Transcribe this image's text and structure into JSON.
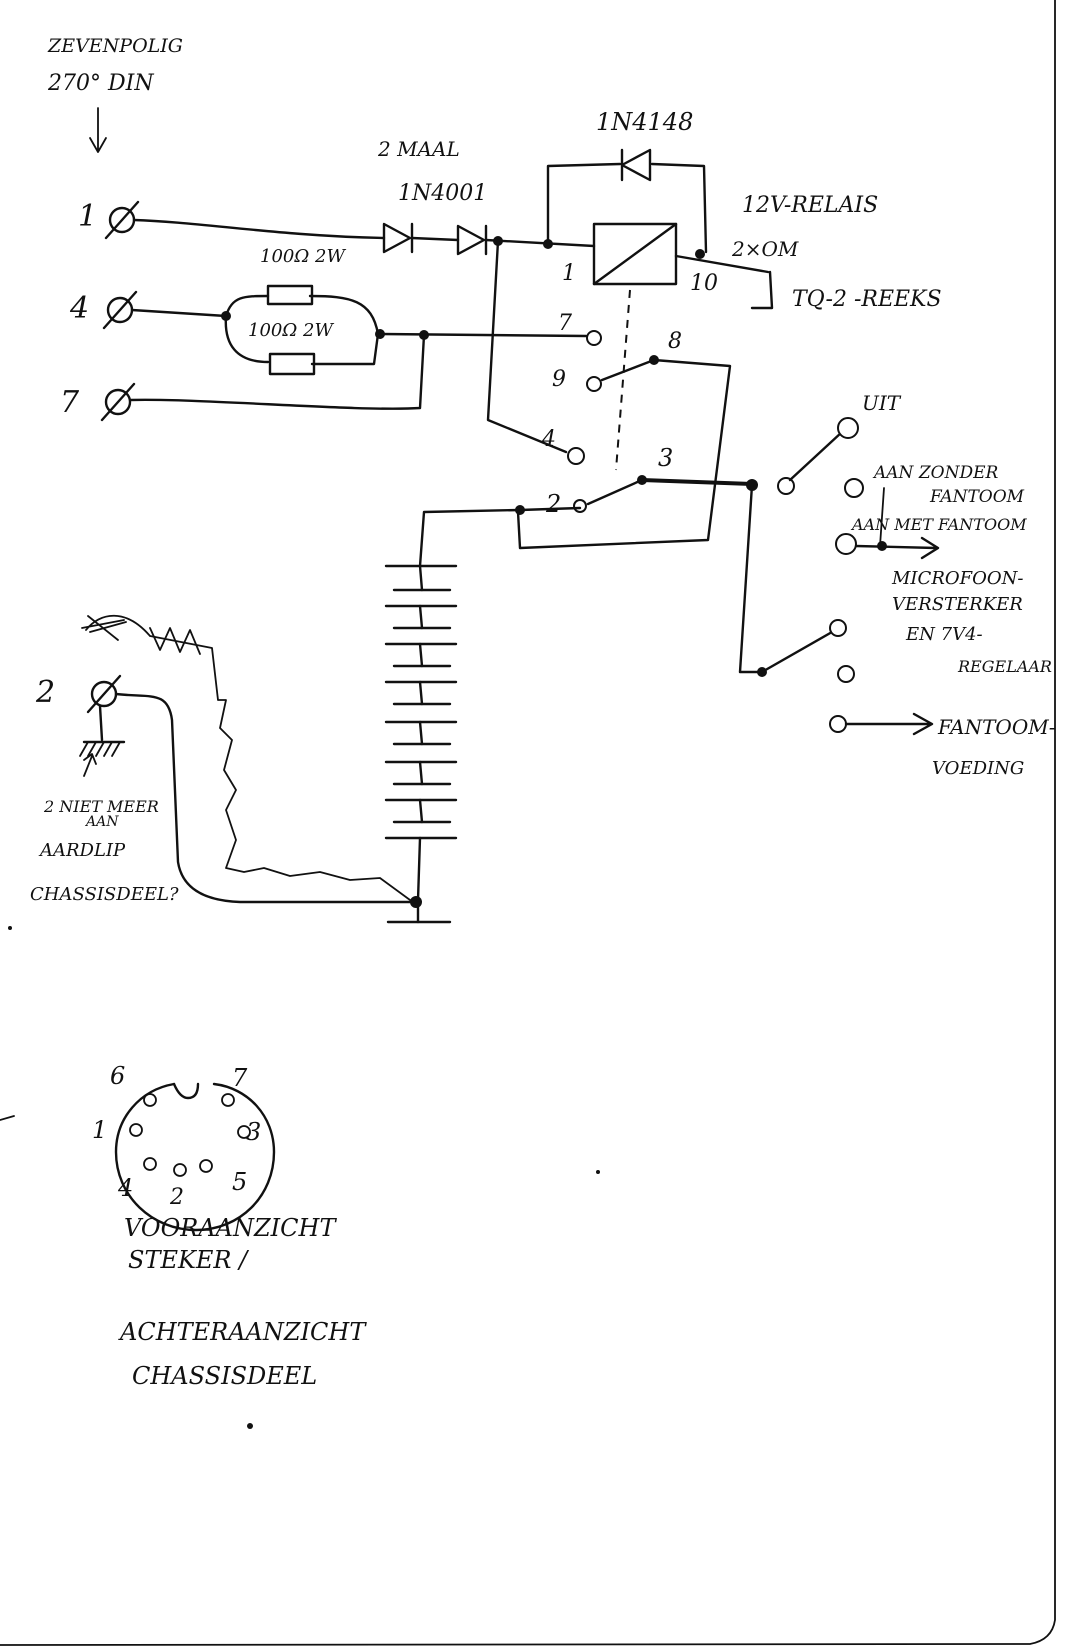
{
  "heading": {
    "line1": "ZEVENPOLIG",
    "line2": "270° DIN"
  },
  "din_pins": {
    "pin1": "1",
    "pin4": "4",
    "pin7": "7",
    "pin2": "2"
  },
  "diodes": {
    "pair_note": "2 MAAL",
    "pair_type": "1N4001",
    "flyback_type": "1N4148"
  },
  "resistors": {
    "r1": "100Ω 2W",
    "r2": "100Ω 2W"
  },
  "relay": {
    "label": "12V-RELAIS",
    "contacts": "2×OM",
    "series": "TQ-2 -REEKS",
    "pins": {
      "p1": "1",
      "p10": "10",
      "p7": "7",
      "p8": "8",
      "p9": "9",
      "p4": "4",
      "p3": "3",
      "p2": "2"
    }
  },
  "switch": {
    "pos_off": "UIT",
    "pos_no_phantom_1": "AAN ZONDER",
    "pos_no_phantom_2": "FANTOOM",
    "pos_with_phantom": "AAN MET FANTOOM",
    "out_amp_1": "MICROFOON-",
    "out_amp_2": "VERSTERKER",
    "out_amp_3": "EN 7V4-",
    "out_amp_4": "REGELAAR",
    "out_phantom_1": "FANTOOM-",
    "out_phantom_2": "VOEDING"
  },
  "ground_note": {
    "line1": "2 NIET MEER",
    "line2": "AAN",
    "line3": "AARDLIP",
    "line4": "CHASSISDEEL?"
  },
  "connector_view": {
    "pins": [
      "6",
      "7",
      "1",
      "3",
      "4",
      "2",
      "5"
    ],
    "caption1": "VOORAANZICHT",
    "caption2": "STEKER /",
    "caption3": "ACHTERAANZICHT",
    "caption4": "CHASSISDEEL"
  }
}
